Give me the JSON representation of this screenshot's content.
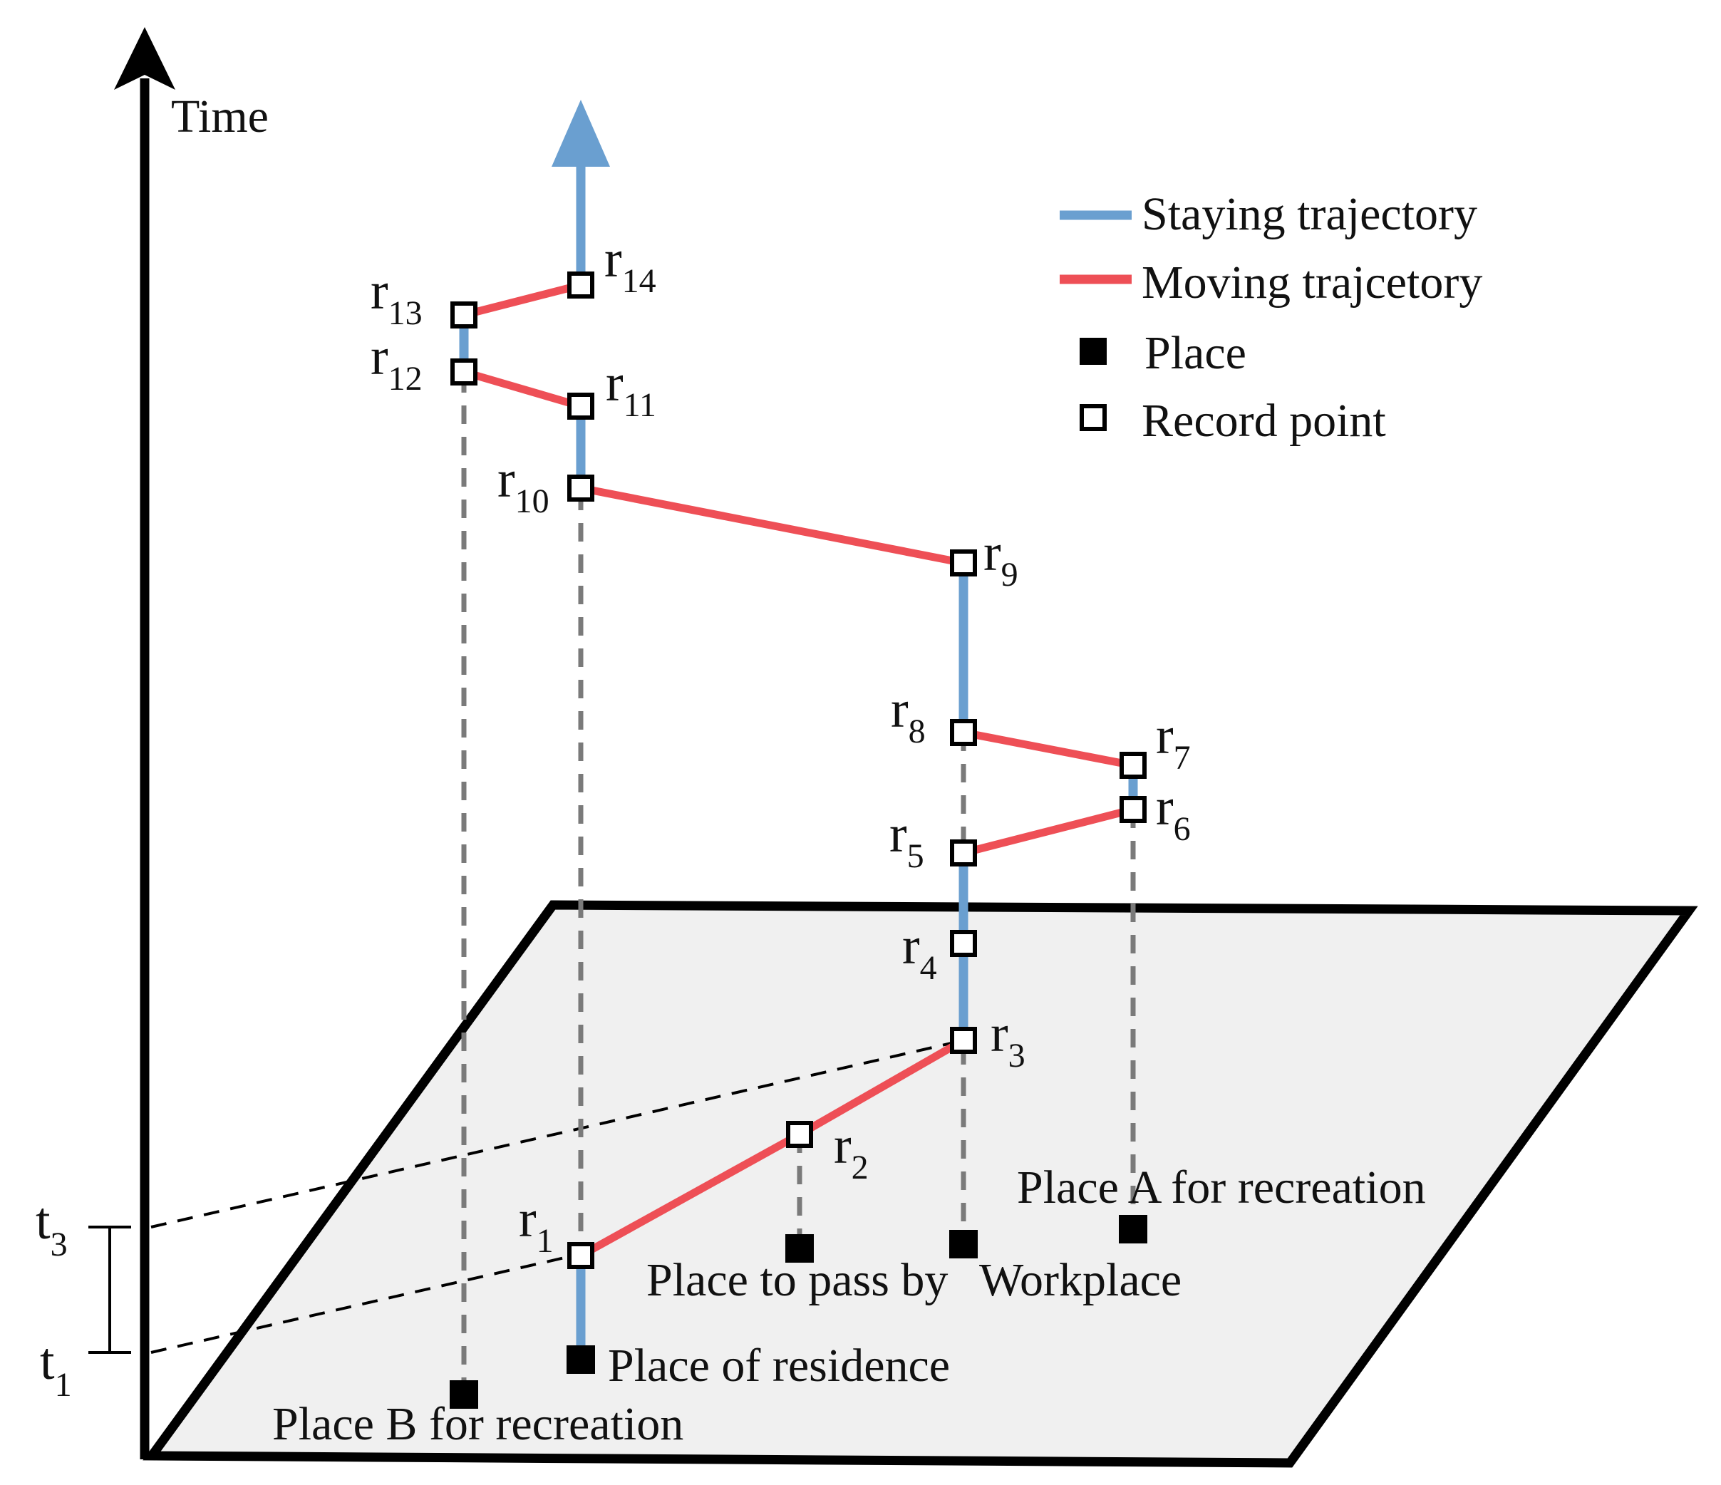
{
  "axis": {
    "title": "Time"
  },
  "legend": {
    "staying": "Staying trajectory",
    "moving": "Moving trajcetory",
    "place": "Place",
    "record": "Record point"
  },
  "colors": {
    "staying": "#6a9fd0",
    "moving": "#ee4f56",
    "plane": "#f0f0f0",
    "ink": "#000000",
    "dash": "#7a7a7a"
  },
  "places": {
    "residence": "Place of residence",
    "pass_by": "Place to pass by",
    "workplace": "Workplace",
    "place_a": "Place A for recreation",
    "place_b": "Place B for recreation"
  },
  "time_marks": {
    "t3": {
      "base": "t",
      "sub": "3"
    },
    "t1": {
      "base": "t",
      "sub": "1"
    }
  },
  "records": [
    {
      "id": "r1",
      "base": "r",
      "sub": "1"
    },
    {
      "id": "r2",
      "base": "r",
      "sub": "2"
    },
    {
      "id": "r3",
      "base": "r",
      "sub": "3"
    },
    {
      "id": "r4",
      "base": "r",
      "sub": "4"
    },
    {
      "id": "r5",
      "base": "r",
      "sub": "5"
    },
    {
      "id": "r6",
      "base": "r",
      "sub": "6"
    },
    {
      "id": "r7",
      "base": "r",
      "sub": "7"
    },
    {
      "id": "r8",
      "base": "r",
      "sub": "8"
    },
    {
      "id": "r9",
      "base": "r",
      "sub": "9"
    },
    {
      "id": "r10",
      "base": "r",
      "sub": "10"
    },
    {
      "id": "r11",
      "base": "r",
      "sub": "11"
    },
    {
      "id": "r12",
      "base": "r",
      "sub": "12"
    },
    {
      "id": "r13",
      "base": "r",
      "sub": "13"
    },
    {
      "id": "r14",
      "base": "r",
      "sub": "14"
    }
  ]
}
